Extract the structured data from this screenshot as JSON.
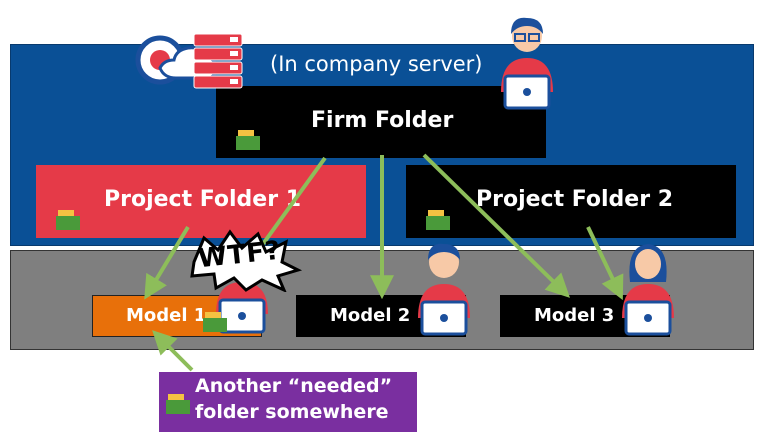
{
  "server_zone": {
    "label": "(In company server)",
    "color": "#0a5096"
  },
  "local_zone": {
    "color": "#7f7f7f"
  },
  "firm_folder": {
    "label": "Firm Folder",
    "color": "#000000"
  },
  "project_folder_1": {
    "label": "Project Folder 1",
    "color": "#e53a48"
  },
  "project_folder_2": {
    "label": "Project Folder 2",
    "color": "#000000"
  },
  "models": [
    {
      "label": "Model 1",
      "color": "#e8700a"
    },
    {
      "label": "Model 2",
      "color": "#000000"
    },
    {
      "label": "Model 3",
      "color": "#000000"
    }
  ],
  "wtf_bubble": {
    "label": "WTF?"
  },
  "needed_folder": {
    "line1": "Another “needed”",
    "line2": "folder somewhere",
    "color": "#7a2fa0"
  },
  "arrow_color": "#8dbd5a",
  "icons": [
    "cloud-server-icon",
    "folder-icon",
    "person-laptop-icon",
    "woman-laptop-icon"
  ]
}
